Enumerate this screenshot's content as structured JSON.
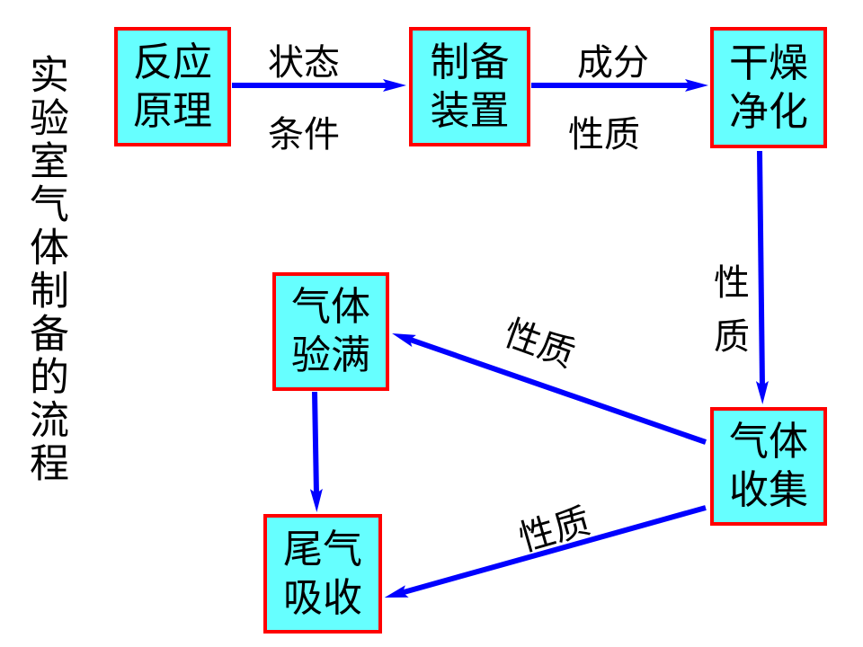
{
  "title": "实验室气体制备的流程",
  "boxes": {
    "reaction": {
      "line1": "反应",
      "line2": "原理"
    },
    "apparatus": {
      "line1": "制备",
      "line2": "装置"
    },
    "drying": {
      "line1": "干燥",
      "line2": "净化"
    },
    "full_check": {
      "line1": "气体",
      "line2": "验满"
    },
    "collection": {
      "line1": "气体",
      "line2": "收集"
    },
    "tail_gas": {
      "line1": "尾气",
      "line2": "吸收"
    }
  },
  "edges": {
    "reaction_to_apparatus": {
      "top": "状态",
      "bottom": "条件"
    },
    "apparatus_to_drying": {
      "top": "成分",
      "bottom": "性质"
    },
    "drying_to_collection": {
      "label": "性质"
    },
    "collection_to_full_check": {
      "label": "性质"
    },
    "collection_to_tail_gas": {
      "label": "性质"
    }
  },
  "colors": {
    "box_fill": "#66FFFF",
    "box_border": "#FF0000",
    "arrow": "#0000FF",
    "text": "#000000"
  }
}
